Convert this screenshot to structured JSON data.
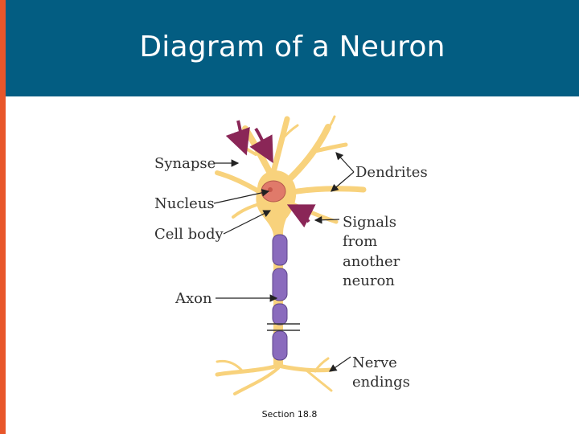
{
  "slide": {
    "title": "Diagram of a Neuron",
    "footer": "Section 18.8"
  },
  "labels": {
    "synapse": "Synapse",
    "nucleus": "Nucleus",
    "cell_body": "Cell body",
    "axon": "Axon",
    "dendrites": "Dendrites",
    "signals": [
      "Signals",
      "from",
      "another",
      "neuron"
    ],
    "nerve_endings": [
      "Nerve",
      "endings"
    ]
  },
  "colors": {
    "title_bar": "#035d82",
    "accent": "#e8562a",
    "cell": "#f8d27c",
    "nucleus": "#e07a6a",
    "axon_sheath": "#8a6bbd",
    "signal_arrow": "#8a2657"
  }
}
